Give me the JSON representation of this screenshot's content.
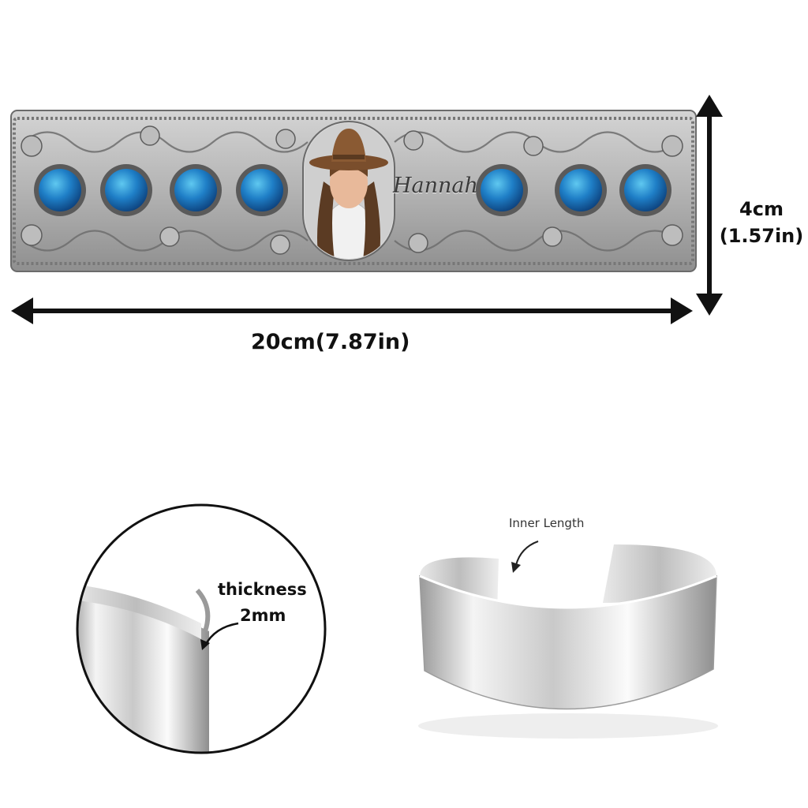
{
  "bracelet": {
    "name": "Hannah",
    "gem_color": "#1f7fc7",
    "metal_color": "#a7a7a7"
  },
  "dimensions": {
    "length_label": "20cm(7.87in)",
    "height_label_cm": "4cm",
    "height_label_in": "(1.57in)"
  },
  "detail": {
    "thickness_title": "thickness",
    "thickness_value": "2mm",
    "inner_length_label": "Inner Length"
  },
  "icons": [
    "arrow-left-icon",
    "arrow-right-icon",
    "arrow-up-icon",
    "arrow-down-icon",
    "curved-arrow-icon"
  ]
}
